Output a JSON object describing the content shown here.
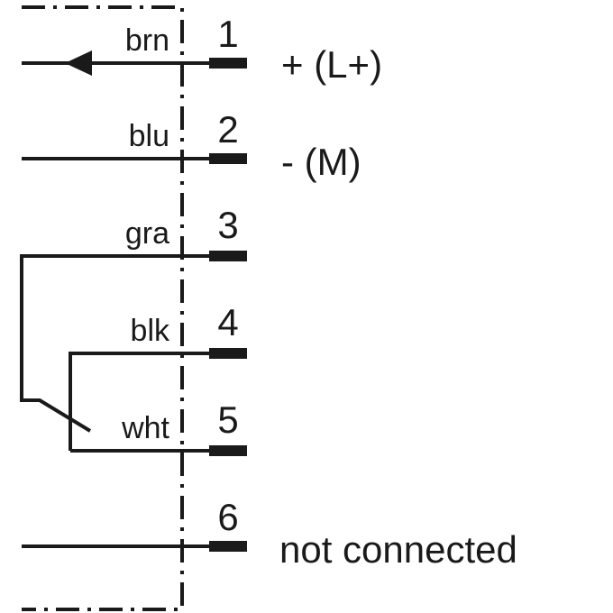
{
  "pins": [
    {
      "number": "1",
      "wire_color": "brn",
      "signal": "+ (L+)"
    },
    {
      "number": "2",
      "wire_color": "blu",
      "signal": "- (M)"
    },
    {
      "number": "3",
      "wire_color": "gra",
      "signal": ""
    },
    {
      "number": "4",
      "wire_color": "blk",
      "signal": ""
    },
    {
      "number": "5",
      "wire_color": "wht",
      "signal": ""
    },
    {
      "number": "6",
      "wire_color": "",
      "signal": "not connected"
    }
  ],
  "colors": {
    "ink": "#1a1a1a",
    "background": "#ffffff"
  }
}
